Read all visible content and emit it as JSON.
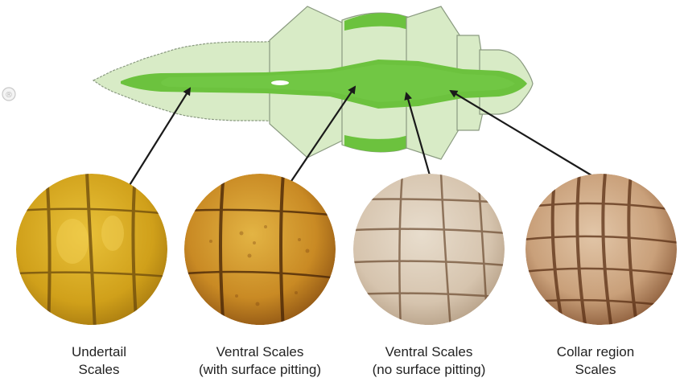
{
  "diagram": {
    "colors": {
      "body_light": "#d8ebc6",
      "body_stroke": "#8a9a80",
      "body_green": "#6cc23e",
      "arrow": "#1a1a1a"
    },
    "samples": [
      {
        "id": "undertail",
        "caption_line1": "Undertail",
        "caption_line2": "Scales",
        "texture": "yellow"
      },
      {
        "id": "ventral-pitting",
        "caption_line1": "Ventral Scales",
        "caption_line2": "(with surface pitting)",
        "texture": "amber"
      },
      {
        "id": "ventral-no-pitting",
        "caption_line1": "Ventral Scales",
        "caption_line2": "(no surface pitting)",
        "texture": "grey"
      },
      {
        "id": "collar",
        "caption_line1": "Collar region",
        "caption_line2": "Scales",
        "texture": "brown"
      }
    ]
  }
}
